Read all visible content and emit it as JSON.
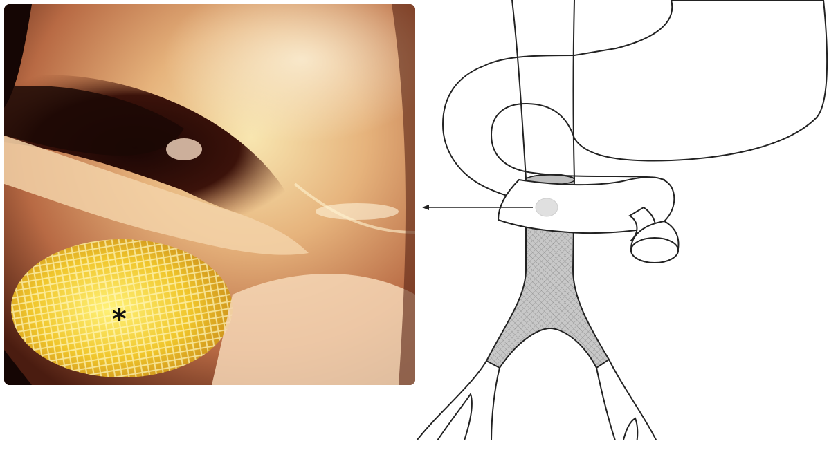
{
  "photo": {
    "marker": "*",
    "colors": {
      "lumen": "#2a0d06",
      "mucosa": "#d9a070",
      "highlight": "#fff1c8",
      "stent": "#f2d046"
    }
  },
  "diagram": {
    "icons": [
      "aorta-stent-graft",
      "bowel-loop",
      "fistula-spot",
      "pointer-arrow"
    ],
    "colors": {
      "outline": "#222222",
      "stent_fill": "#c8c8c8",
      "spot": "#e0e0e0"
    }
  }
}
